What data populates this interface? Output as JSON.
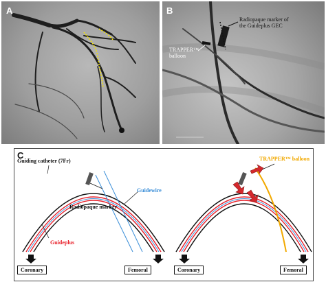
{
  "panels": {
    "a": {
      "letter": "A"
    },
    "b": {
      "letter": "B",
      "marker_label_line1": "Radiopaque marker of",
      "marker_label_line2": "the Guideplus GEC",
      "balloon_label_line1": "TRAPPER™",
      "balloon_label_line2": "balloon"
    },
    "c": {
      "letter": "C",
      "guiding_catheter": "Guiding catheter (7Fr)",
      "guidewire": "Guidewire",
      "radiopaque_marker": "Radiopaque marker",
      "guideplus": "Guideplus",
      "trapper_balloon": "TRAPPER™ balloon",
      "coronary_left": "Coronary",
      "femoral_left": "Femoral",
      "coronary_right": "Coronary",
      "femoral_right": "Femoral"
    }
  },
  "colors": {
    "guideplus": "#e8202a",
    "guidewire": "#3a8ed8",
    "trapper": "#f2a900",
    "catheter": "#111111",
    "arrow_red": "#d4282d"
  }
}
